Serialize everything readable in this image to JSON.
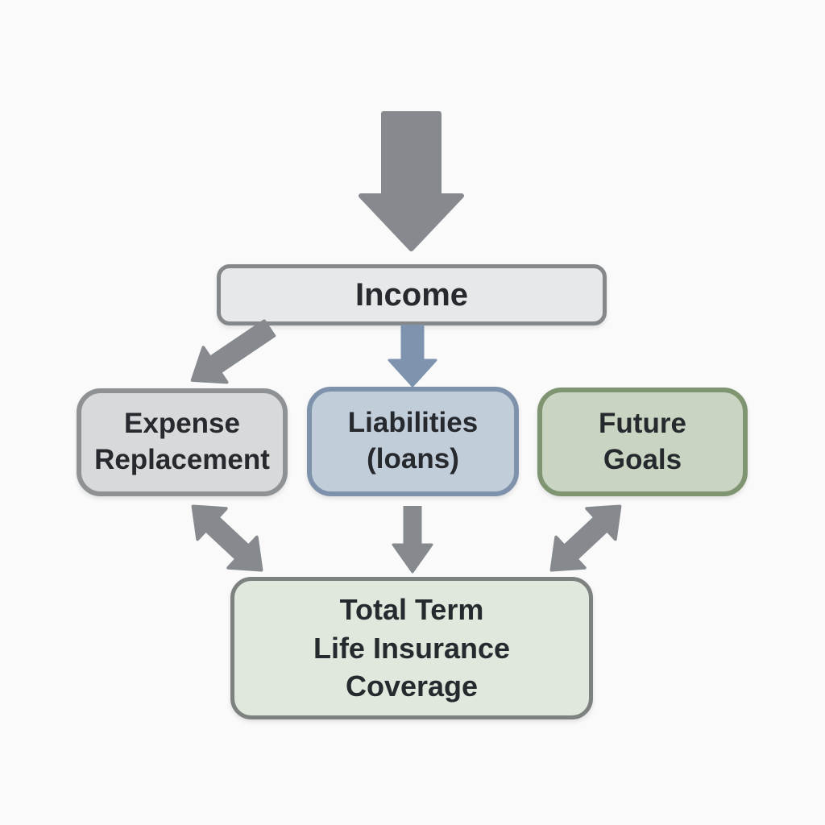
{
  "diagram": {
    "type": "flowchart",
    "subject": "term-life-insurance-coverage",
    "nodes": {
      "income": {
        "label": "Income"
      },
      "expense_replacement": {
        "lines": [
          "Expense",
          "Replacement"
        ]
      },
      "liabilities": {
        "lines": [
          "Liabilities",
          "(loans)"
        ]
      },
      "future_goals": {
        "lines": [
          "Future",
          "Goals"
        ]
      },
      "total_coverage": {
        "lines": [
          "Total Term",
          "Life Insurance",
          "Coverage"
        ]
      }
    },
    "edges": [
      {
        "from": "input",
        "to": "income",
        "style": "large-block-arrow-down"
      },
      {
        "from": "income",
        "to": "expense_replacement",
        "style": "arrow-diagonal-down-left"
      },
      {
        "from": "income",
        "to": "liabilities",
        "style": "arrow-down"
      },
      {
        "from": "liabilities",
        "to": "total_coverage",
        "style": "arrow-down"
      },
      {
        "from": "expense_replacement",
        "to": "total_coverage",
        "style": "double-headed-diagonal-arrow"
      },
      {
        "from": "future_goals",
        "to": "total_coverage",
        "style": "double-headed-diagonal-arrow"
      }
    ]
  },
  "colors": {
    "background": "#fafafa",
    "text": "#26292d",
    "arrow_gray": "#868a8e",
    "arrow_blue": "#7e93ad",
    "income_fill": "#e7e8e9",
    "income_border": "#85888b",
    "expense_fill": "#d8d9da",
    "expense_border": "#8f9295",
    "liabilities_fill": "#c2cdda",
    "liabilities_border": "#7e93ab",
    "future_fill": "#c9d4c2",
    "future_border": "#7f9471",
    "total_fill": "#e0e7dc",
    "total_border": "#7d817f"
  }
}
